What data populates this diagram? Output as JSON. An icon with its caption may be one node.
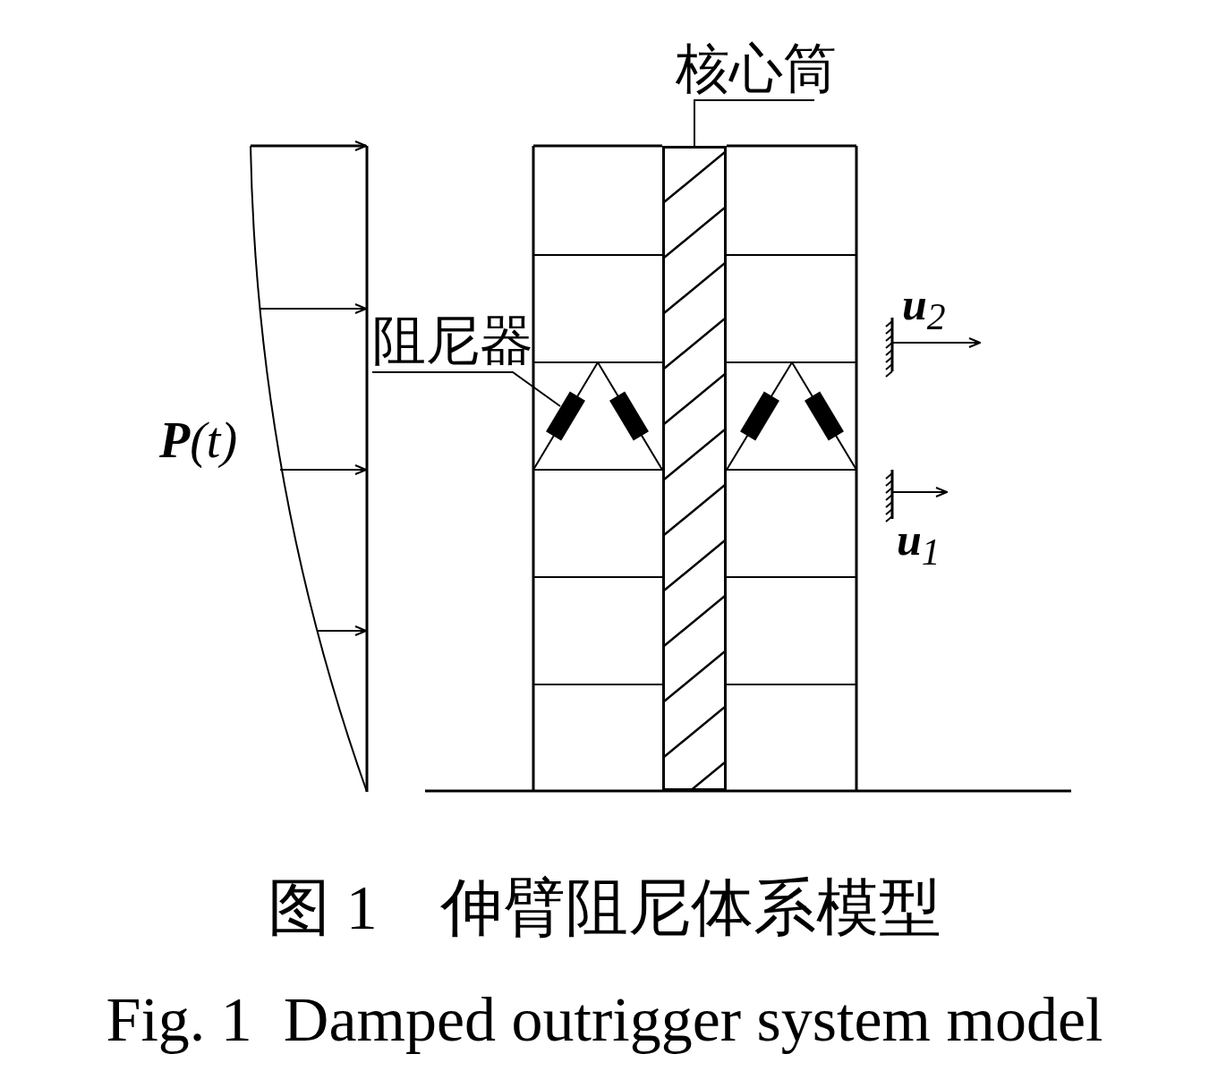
{
  "diagram": {
    "caption": "图 1　伸臂阻尼体系模型",
    "nodes": [
      {
        "text": [
          "核心筒"
        ]
      },
      {
        "text": [],
        "shape": "box"
      },
      {
        "text": [
          "阻尼器"
        ]
      },
      {
        "text": [],
        "shape": "box"
      }
    ],
    "edges": [
      {
        "from": 0,
        "to": 1,
        "arrow": "none"
      },
      {
        "from": 2,
        "to": 3,
        "arrow": "none"
      }
    ],
    "labels": [
      "**P**(t)",
      "**u**$_{2}$",
      "**u**$_{1}$",
      "Fig. 1  Damped outrigger system model"
    ]
  }
}
